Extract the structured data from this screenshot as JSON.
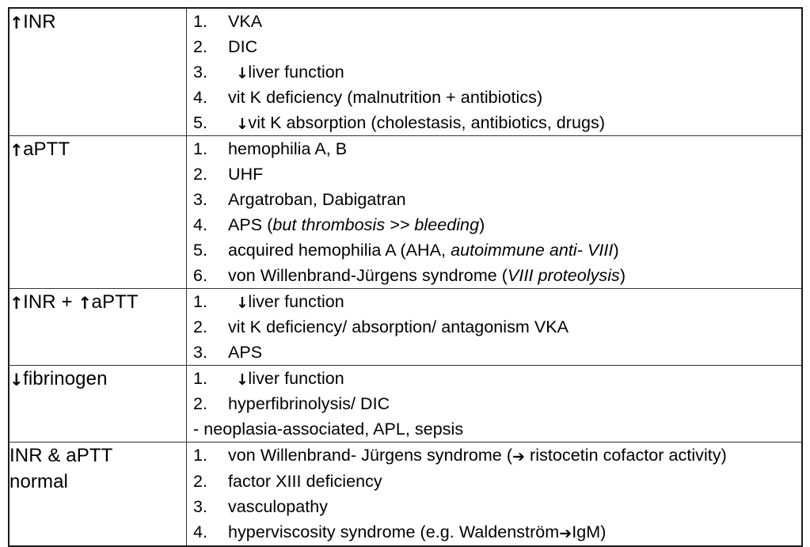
{
  "document": {
    "type": "coagulation-differential-table",
    "glyphs": {
      "up_arrow": "↑",
      "down_arrow": "↓",
      "right_arrow": "➔"
    },
    "colors": {
      "background": "#ffffff",
      "text": "#000000",
      "border": "#1a1a1a",
      "inner_border": "#333333"
    }
  },
  "rows": [
    {
      "label": {
        "lines": [
          {
            "arrow": "up",
            "text": "INR"
          }
        ]
      },
      "items": [
        {
          "num": "1.",
          "arrow": "",
          "parts": [
            {
              "text": "VKA",
              "italic": false
            }
          ]
        },
        {
          "num": "2.",
          "arrow": "",
          "parts": [
            {
              "text": "DIC",
              "italic": false
            }
          ]
        },
        {
          "num": "3.",
          "arrow": "down",
          "parts": [
            {
              "text": "liver function",
              "italic": false
            }
          ]
        },
        {
          "num": "4.",
          "arrow": "",
          "parts": [
            {
              "text": "vit K deficiency (malnutrition + antibiotics)",
              "italic": false
            }
          ]
        },
        {
          "num": "5.",
          "arrow": "down",
          "parts": [
            {
              "text": "vit K absorption (cholestasis, antibiotics, drugs)",
              "italic": false
            }
          ]
        }
      ]
    },
    {
      "label": {
        "lines": [
          {
            "arrow": "up",
            "text": "aPTT"
          }
        ]
      },
      "items": [
        {
          "num": "1.",
          "arrow": "",
          "parts": [
            {
              "text": "hemophilia A, B",
              "italic": false
            }
          ]
        },
        {
          "num": "2.",
          "arrow": "",
          "parts": [
            {
              "text": "UHF",
              "italic": false
            }
          ]
        },
        {
          "num": "3.",
          "arrow": "",
          "parts": [
            {
              "text": "Argatroban, Dabigatran",
              "italic": false
            }
          ]
        },
        {
          "num": "4.",
          "arrow": "",
          "parts": [
            {
              "text": "APS (",
              "italic": false
            },
            {
              "text": "but thrombosis >> bleeding",
              "italic": true
            },
            {
              "text": ")",
              "italic": false
            }
          ]
        },
        {
          "num": "5.",
          "arrow": "",
          "parts": [
            {
              "text": "acquired hemophilia A (AHA, ",
              "italic": false
            },
            {
              "text": "autoimmune anti- VIII",
              "italic": true
            },
            {
              "text": ")",
              "italic": false
            }
          ]
        },
        {
          "num": "6.",
          "arrow": "",
          "parts": [
            {
              "text": "von Willenbrand-Jürgens syndrome (",
              "italic": false
            },
            {
              "text": "VIII proteolysis",
              "italic": true
            },
            {
              "text": ")",
              "italic": false
            }
          ]
        }
      ]
    },
    {
      "label": {
        "lines": [
          {
            "arrow": "up",
            "text": "INR + ",
            "arrow2": "up",
            "text2": "aPTT"
          }
        ]
      },
      "items": [
        {
          "num": "1.",
          "arrow": "down",
          "parts": [
            {
              "text": "liver function",
              "italic": false
            }
          ]
        },
        {
          "num": "2.",
          "arrow": "",
          "parts": [
            {
              "text": "vit K deficiency/ absorption/ antagonism VKA",
              "italic": false
            }
          ]
        },
        {
          "num": "3.",
          "arrow": "",
          "parts": [
            {
              "text": "APS",
              "italic": false
            }
          ]
        }
      ]
    },
    {
      "label": {
        "lines": [
          {
            "arrow": "down",
            "text": "fibrinogen"
          }
        ]
      },
      "items": [
        {
          "num": "1.",
          "arrow": "down",
          "parts": [
            {
              "text": "liver function",
              "italic": false
            }
          ]
        },
        {
          "num": "2.",
          "arrow": "",
          "parts": [
            {
              "text": "hyperfibrinolysis/ DIC",
              "italic": false
            }
          ]
        },
        {
          "num": "",
          "arrow": "",
          "dash": true,
          "parts": [
            {
              "text": "- neoplasia-associated, APL, sepsis",
              "italic": false
            }
          ]
        }
      ]
    },
    {
      "label": {
        "lines": [
          {
            "arrow": "",
            "text": "INR & aPTT"
          },
          {
            "arrow": "",
            "text": "normal"
          }
        ]
      },
      "items": [
        {
          "num": "1.",
          "arrow": "",
          "parts": [
            {
              "text": "von Willenbrand- Jürgens syndrome (",
              "italic": false
            },
            {
              "text": "➔",
              "italic": false,
              "rightarrow": true
            },
            {
              "text": " ristocetin cofactor activity)",
              "italic": false
            }
          ]
        },
        {
          "num": "2.",
          "arrow": "",
          "parts": [
            {
              "text": "factor XIII deficiency",
              "italic": false
            }
          ]
        },
        {
          "num": "3.",
          "arrow": "",
          "parts": [
            {
              "text": "vasculopathy",
              "italic": false
            }
          ]
        },
        {
          "num": "4.",
          "arrow": "",
          "parts": [
            {
              "text": "hyperviscosity syndrome (e.g. Waldenström",
              "italic": false
            },
            {
              "text": "➔",
              "italic": false,
              "rightarrow": true
            },
            {
              "text": "IgM)",
              "italic": false
            }
          ]
        }
      ]
    }
  ]
}
